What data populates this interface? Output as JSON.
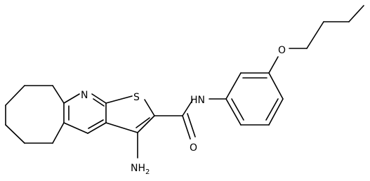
{
  "molecule": {
    "atoms": {
      "n_ring": "N",
      "s_ring": "S",
      "nh_amide": "HN",
      "o_amide": "O",
      "o_ether": "O",
      "nh2_amine": "NH",
      "nh2_subscript": "2"
    }
  }
}
